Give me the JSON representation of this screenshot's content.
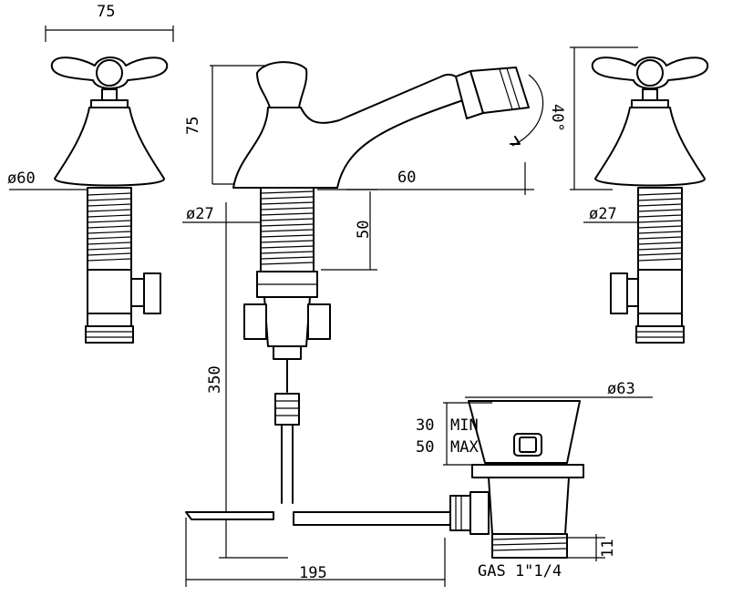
{
  "dimensions": {
    "handle_width": "75",
    "body_diameter": "ø60",
    "spout_height": "75",
    "spout_angle": "40°",
    "spout_reach": "60",
    "left_shank_diameter": "ø27",
    "right_shank_diameter": "ø27",
    "shank_length": "50",
    "tail_length": "350",
    "waste_diameter": "ø63",
    "waste_min": "30",
    "waste_min_label": "MIN",
    "waste_max": "50",
    "waste_max_label": "MAX",
    "waste_thread": "11",
    "rod_length": "195",
    "gas_thread": "GAS 1\"1/4"
  }
}
